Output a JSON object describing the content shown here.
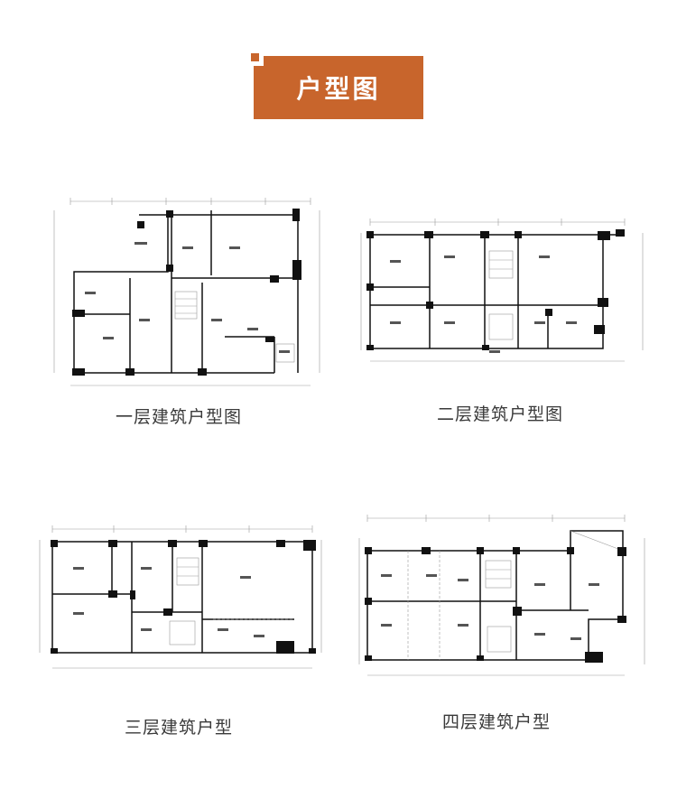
{
  "header": {
    "title": "户型图"
  },
  "plans": [
    {
      "caption": "一层建筑户型图"
    },
    {
      "caption": "二层建筑户型图"
    },
    {
      "caption": "三层建筑户型"
    },
    {
      "caption": "四层建筑户型"
    }
  ],
  "colors": {
    "accent": "#c8652c",
    "wall": "#111111",
    "line": "#9a9a9a",
    "text": "#3a3a3a"
  }
}
